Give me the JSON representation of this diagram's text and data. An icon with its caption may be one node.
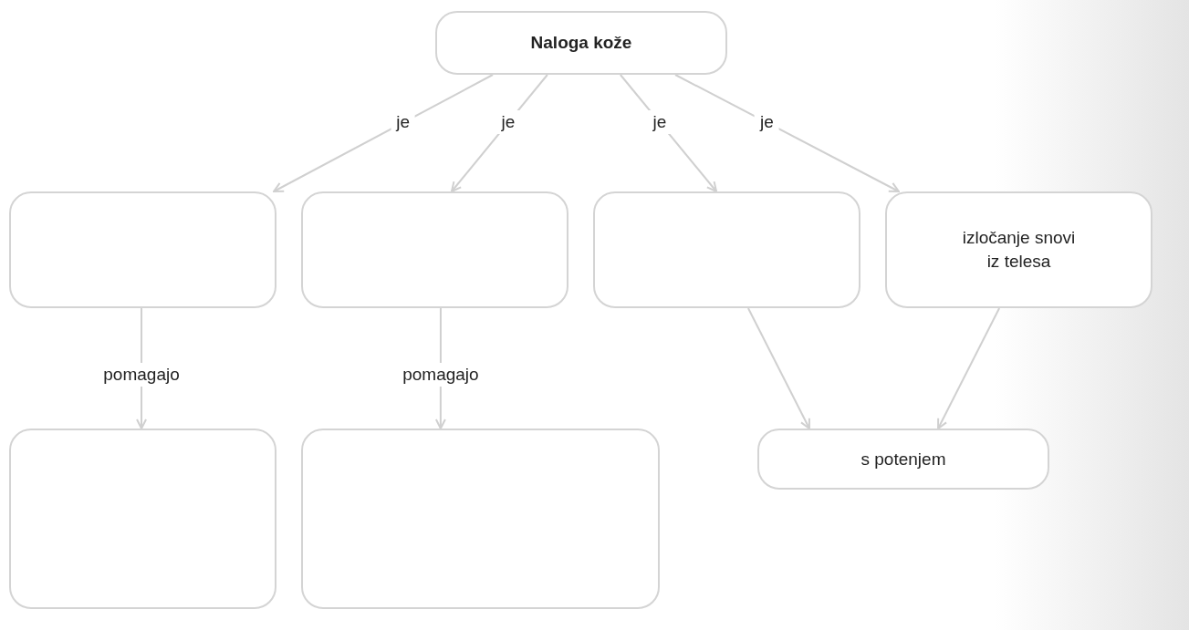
{
  "diagram": {
    "nodes": [
      {
        "text": [
          "Naloga kože"
        ]
      },
      {
        "text": [],
        "shape": "box"
      },
      {
        "text": [],
        "shape": "box"
      },
      {
        "text": [],
        "shape": "box"
      },
      {
        "text": [
          "izločanje snovi iz telesa"
        ]
      },
      {
        "text": [],
        "shape": "box"
      },
      {
        "text": [],
        "shape": "box"
      },
      {
        "text": [
          "s potenjem"
        ]
      }
    ],
    "edges": [
      {
        "from": 0,
        "to": 1,
        "arrow": "to",
        "label": "je"
      },
      {
        "from": 0,
        "to": 2,
        "arrow": "to",
        "label": "je"
      },
      {
        "from": 0,
        "to": 3,
        "arrow": "to",
        "label": "je"
      },
      {
        "from": 0,
        "to": 4,
        "arrow": "to",
        "label": "je"
      },
      {
        "from": 1,
        "to": 5,
        "arrow": "to",
        "label": "pomagajo"
      },
      {
        "from": 2,
        "to": 6,
        "arrow": "to",
        "label": "pomagajo"
      },
      {
        "from": 3,
        "to": 7,
        "arrow": "to"
      },
      {
        "from": 4,
        "to": 7,
        "arrow": "to"
      }
    ]
  }
}
